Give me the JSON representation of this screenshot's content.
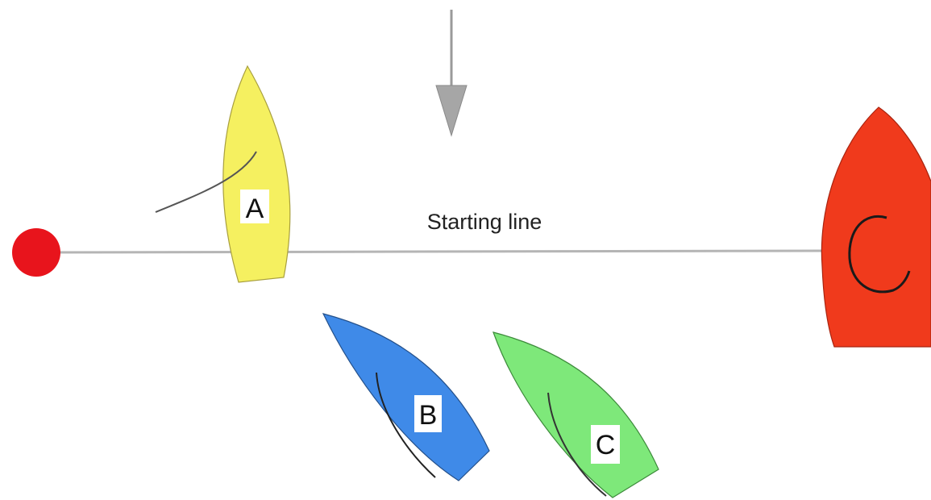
{
  "diagram": {
    "line_label": "Starting line",
    "boats": [
      {
        "id": "A",
        "label": "A",
        "color": "#f5f060"
      },
      {
        "id": "B",
        "label": "B",
        "color": "#3f8ae8"
      },
      {
        "id": "C",
        "label": "C",
        "color": "#7ee87a"
      }
    ],
    "committee_boat": {
      "mark": "C",
      "color": "#f03a1c"
    },
    "pin_mark": {
      "color": "#e8141c"
    },
    "wind_arrow": {
      "color": "#a6a6a6"
    }
  }
}
